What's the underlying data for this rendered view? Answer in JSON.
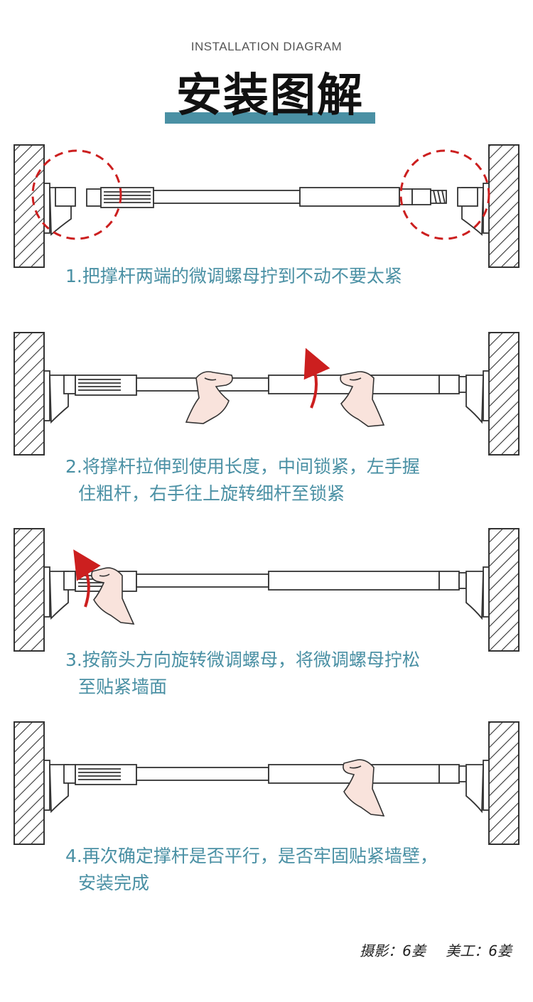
{
  "header": {
    "subtitle": "INSTALLATION DIAGRAM",
    "title": "安装图解"
  },
  "colors": {
    "accent": "#4a90a4",
    "arrow": "#cc1f1f",
    "skin": "#f9e3dc",
    "line": "#333333"
  },
  "steps": [
    {
      "line1": "1.把撑杆两端的微调螺母拧到不动不要太紧",
      "line2": ""
    },
    {
      "line1": "2.将撑杆拉伸到使用长度，中间锁紧，左手握",
      "line2": "住粗杆，右手往上旋转细杆至锁紧"
    },
    {
      "line1": "3.按箭头方向旋转微调螺母，将微调螺母拧松",
      "line2": "至贴紧墙面"
    },
    {
      "line1": "4.再次确定撑杆是否平行，是否牢固贴紧墙壁，",
      "line2": "安装完成"
    }
  ],
  "credits": {
    "photo": "摄影：6姜",
    "art": "美工：6姜"
  }
}
